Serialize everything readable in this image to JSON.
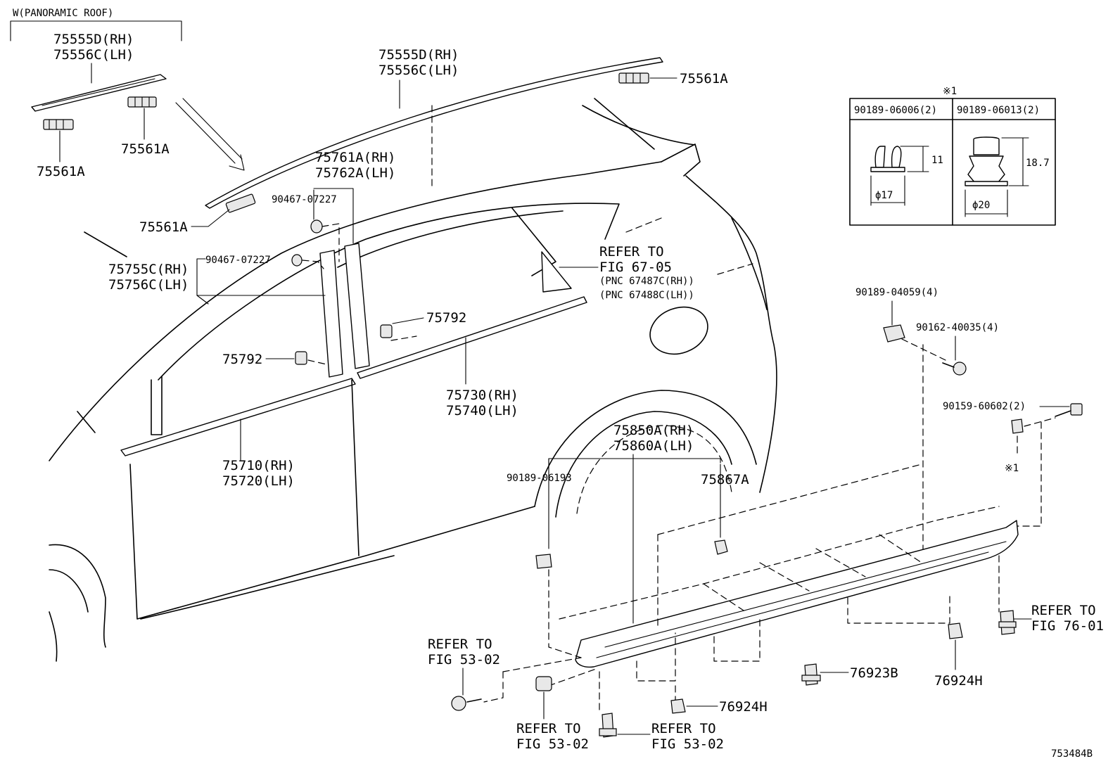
{
  "header": {
    "variant": "W(PANORAMIC ROOF)"
  },
  "labels": {
    "pano_roof_rh": "75555D(RH)",
    "pano_roof_lh": "75556C(LH)",
    "pano_clip_a": "75561A",
    "pano_clip_b": "75561A",
    "roof_rh": "75555D(RH)",
    "roof_lh": "75556C(LH)",
    "roof_clip_rear": "75561A",
    "roof_clip_front": "75561A",
    "pillar_rh": "75761A(RH)",
    "pillar_lh": "75762A(LH)",
    "nut_upper": "90467-07227",
    "nut_lower": "90467-07227",
    "front_pillar_rh": "75755C(RH)",
    "front_pillar_lh": "75756C(LH)",
    "clip_75792_right": "75792",
    "clip_75792_left": "75792",
    "belt_rear_rh": "75730(RH)",
    "belt_rear_lh": "75740(LH)",
    "belt_front_rh": "75710(RH)",
    "belt_front_lh": "75720(LH)",
    "refer_67_line1": "REFER TO",
    "refer_67_line2": "FIG 67-05",
    "pnc_rh": "(PNC 67487C(RH))",
    "pnc_lh": "(PNC 67488C(LH))",
    "rocker_rh": "75850A(RH)",
    "rocker_lh": "75860A(LH)",
    "clip_90189_06193": "90189-06193",
    "clip_75867a": "75867A",
    "clip_90189_04059": "90189-04059(4)",
    "screw_90162": "90162-40035(4)",
    "bolt_90159": "90159-60602(2)",
    "note_mark": "※1",
    "refer_76_line1": "REFER TO",
    "refer_76_line2": "FIG 76-01",
    "clip_76923b": "76923B",
    "clip_76924h_right": "76924H",
    "clip_76924h_bottom": "76924H",
    "refer_53_a_line1": "REFER TO",
    "refer_53_a_line2": "FIG 53-02",
    "refer_53_b_line1": "REFER TO",
    "refer_53_b_line2": "FIG 53-02",
    "refer_53_c_line1": "REFER TO",
    "refer_53_c_line2": "FIG 53-02",
    "figure_id": "753484B"
  },
  "inset": {
    "note_mark": "※1",
    "col1_header": "90189-06006(2)",
    "col2_header": "90189-06013(2)",
    "col1_height": "11",
    "col1_diameter": "ϕ17",
    "col2_height": "18.7",
    "col2_diameter": "ϕ20"
  }
}
